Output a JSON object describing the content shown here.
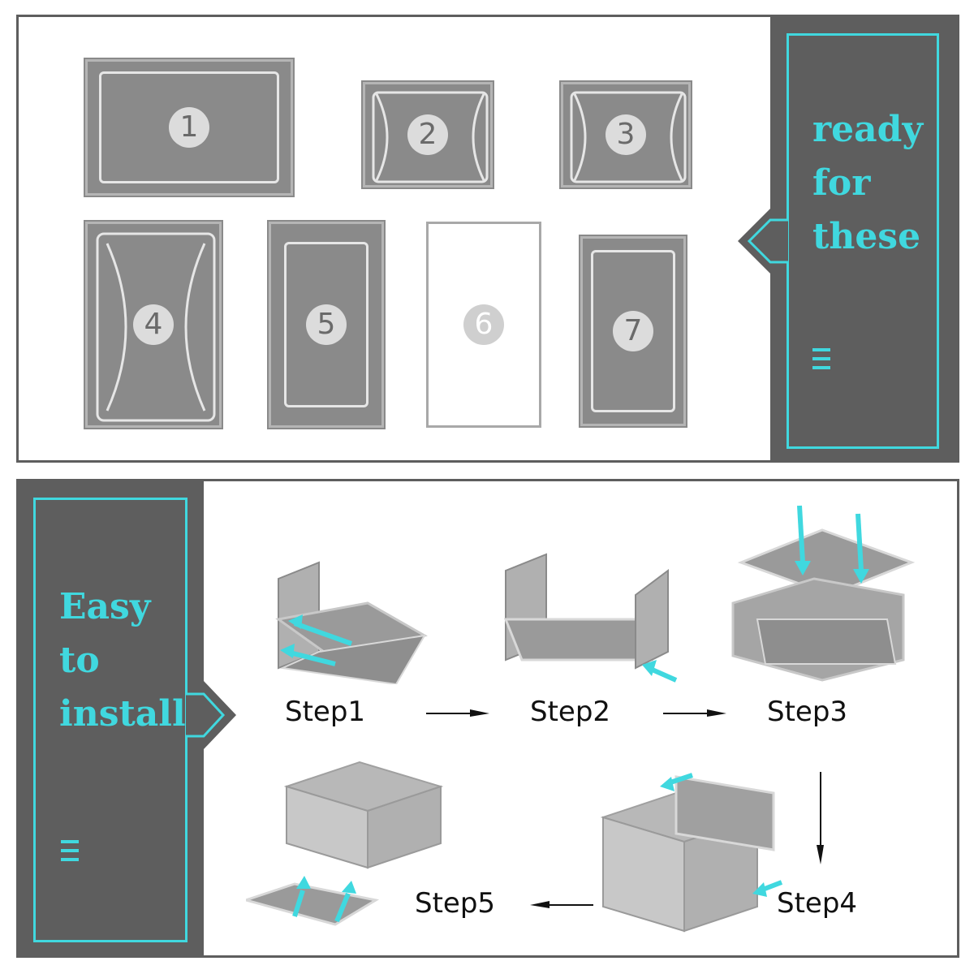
{
  "top": {
    "banner_text": "ready\nfor\nthese",
    "menu_icon": "menu-icon",
    "parts": [
      {
        "number": "1"
      },
      {
        "number": "2"
      },
      {
        "number": "3"
      },
      {
        "number": "4"
      },
      {
        "number": "5"
      },
      {
        "number": "6"
      },
      {
        "number": "7"
      }
    ]
  },
  "bottom": {
    "banner_text": "Easy\nto\ninstall",
    "menu_icon": "menu-icon",
    "steps": [
      {
        "label": "Step1"
      },
      {
        "label": "Step2"
      },
      {
        "label": "Step3"
      },
      {
        "label": "Step4"
      },
      {
        "label": "Step5"
      }
    ]
  },
  "colors": {
    "accent": "#40d8df",
    "panel_dark": "#5e5e5e",
    "part_gray": "#8a8a8a"
  }
}
